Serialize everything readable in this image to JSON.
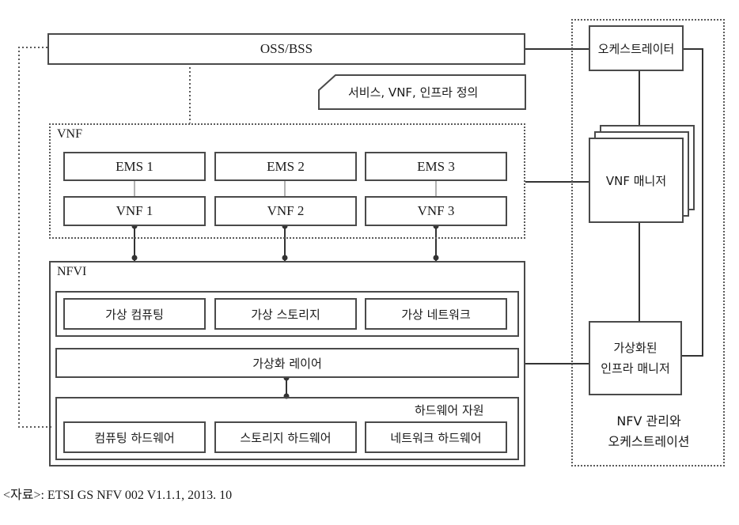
{
  "oss_bss": "OSS/BSS",
  "orchestrator": "오케스트레이터",
  "definition_tag": "서비스, VNF, 인프라 정의",
  "vnf_group": {
    "label": "VNF",
    "ems": [
      "EMS 1",
      "EMS 2",
      "EMS 3"
    ],
    "vnfs": [
      "VNF 1",
      "VNF 2",
      "VNF 3"
    ]
  },
  "vnf_manager": "VNF 매니저",
  "nfvi": {
    "label": "NFVI",
    "virtual_resources": [
      "가상 컴퓨팅",
      "가상 스토리지",
      "가상 네트워크"
    ],
    "virtualization_layer": "가상화 레이어",
    "hardware_label": "하드웨어 자원",
    "hardware": [
      "컴퓨팅 하드웨어",
      "스토리지 하드웨어",
      "네트워크 하드웨어"
    ]
  },
  "vim": [
    "가상화된",
    "인프라 매니저"
  ],
  "mano_label": [
    "NFV 관리와",
    "오케스트레이션"
  ],
  "source": "<자료>: ETSI GS NFV 002 V1.1.1, 2013. 10"
}
